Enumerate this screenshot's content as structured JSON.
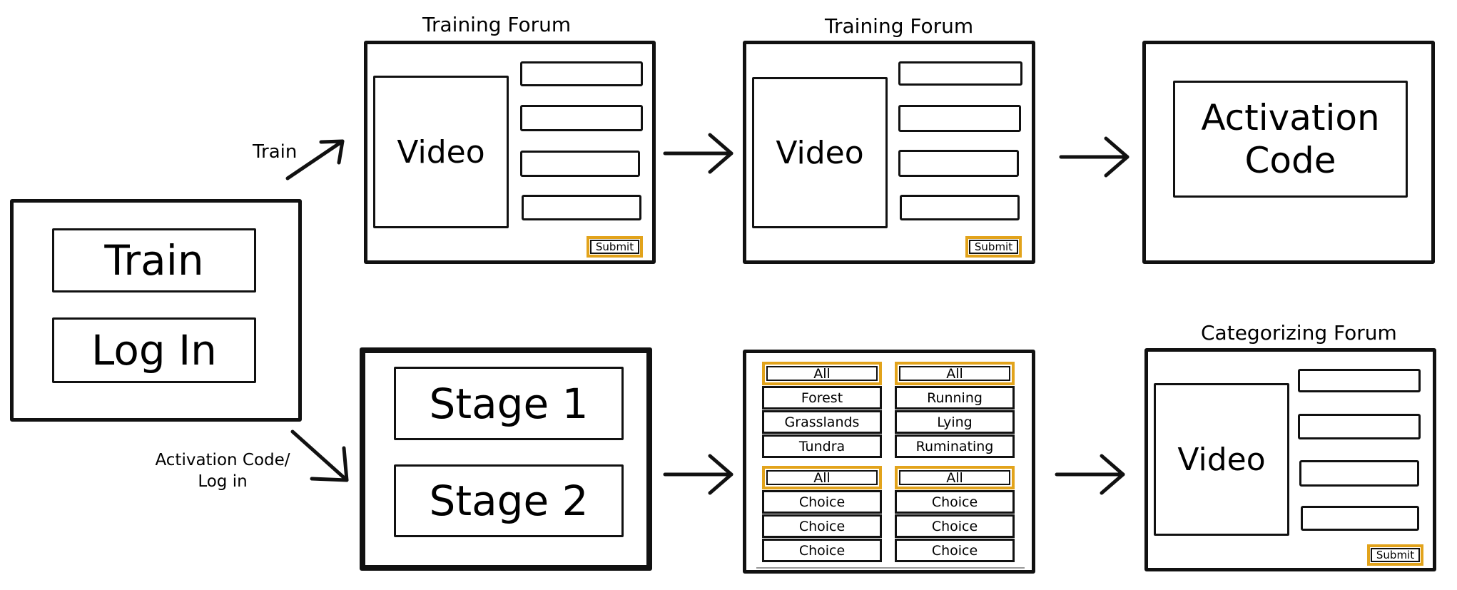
{
  "colors": {
    "highlight": "#e2a31b",
    "ink": "#111111"
  },
  "start_screen": {
    "train_label": "Train",
    "login_label": "Log In"
  },
  "edge_labels": {
    "train": "Train",
    "activation_line1": "Activation Code/",
    "activation_line2": "Log in"
  },
  "training_forum_1": {
    "title": "Training Forum",
    "video_label": "Video",
    "submit_label": "Submit"
  },
  "training_forum_2": {
    "title": "Training Forum",
    "video_label": "Video",
    "submit_label": "Submit"
  },
  "activation_screen": {
    "label_line1": "Activation",
    "label_line2": "Code"
  },
  "stage_screen": {
    "stage1_label": "Stage 1",
    "stage2_label": "Stage 2"
  },
  "filter_screen": {
    "habitat": [
      "All",
      "Forest",
      "Grasslands",
      "Tundra"
    ],
    "behavior": [
      "All",
      "Running",
      "Lying",
      "Ruminating"
    ],
    "choice_a": [
      "All",
      "Choice",
      "Choice",
      "Choice"
    ],
    "choice_b": [
      "All",
      "Choice",
      "Choice",
      "Choice"
    ]
  },
  "categorizing_forum": {
    "title": "Categorizing Forum",
    "video_label": "Video",
    "submit_label": "Submit"
  }
}
